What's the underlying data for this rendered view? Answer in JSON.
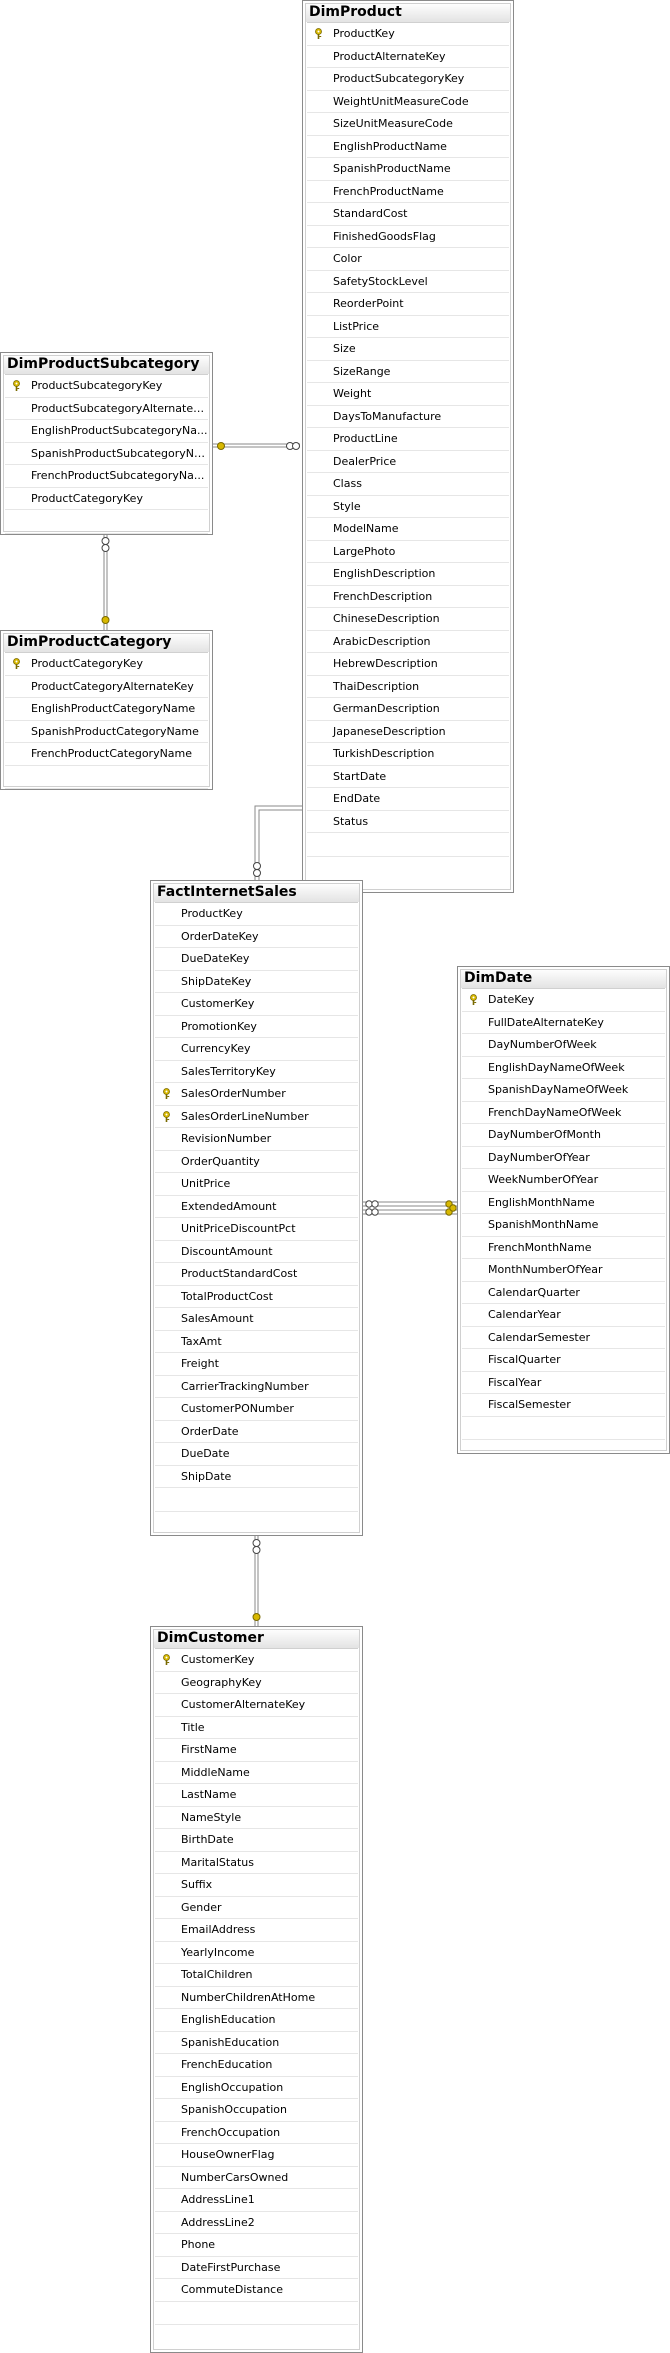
{
  "tables": {
    "dim_product": {
      "title": "DimProduct",
      "columns": [
        {
          "name": "ProductKey",
          "pk": true
        },
        {
          "name": "ProductAlternateKey",
          "pk": false
        },
        {
          "name": "ProductSubcategoryKey",
          "pk": false
        },
        {
          "name": "WeightUnitMeasureCode",
          "pk": false
        },
        {
          "name": "SizeUnitMeasureCode",
          "pk": false
        },
        {
          "name": "EnglishProductName",
          "pk": false
        },
        {
          "name": "SpanishProductName",
          "pk": false
        },
        {
          "name": "FrenchProductName",
          "pk": false
        },
        {
          "name": "StandardCost",
          "pk": false
        },
        {
          "name": "FinishedGoodsFlag",
          "pk": false
        },
        {
          "name": "Color",
          "pk": false
        },
        {
          "name": "SafetyStockLevel",
          "pk": false
        },
        {
          "name": "ReorderPoint",
          "pk": false
        },
        {
          "name": "ListPrice",
          "pk": false
        },
        {
          "name": "Size",
          "pk": false
        },
        {
          "name": "SizeRange",
          "pk": false
        },
        {
          "name": "Weight",
          "pk": false
        },
        {
          "name": "DaysToManufacture",
          "pk": false
        },
        {
          "name": "ProductLine",
          "pk": false
        },
        {
          "name": "DealerPrice",
          "pk": false
        },
        {
          "name": "Class",
          "pk": false
        },
        {
          "name": "Style",
          "pk": false
        },
        {
          "name": "ModelName",
          "pk": false
        },
        {
          "name": "LargePhoto",
          "pk": false
        },
        {
          "name": "EnglishDescription",
          "pk": false
        },
        {
          "name": "FrenchDescription",
          "pk": false
        },
        {
          "name": "ChineseDescription",
          "pk": false
        },
        {
          "name": "ArabicDescription",
          "pk": false
        },
        {
          "name": "HebrewDescription",
          "pk": false
        },
        {
          "name": "ThaiDescription",
          "pk": false
        },
        {
          "name": "GermanDescription",
          "pk": false
        },
        {
          "name": "JapaneseDescription",
          "pk": false
        },
        {
          "name": "TurkishDescription",
          "pk": false
        },
        {
          "name": "StartDate",
          "pk": false
        },
        {
          "name": "EndDate",
          "pk": false
        },
        {
          "name": "Status",
          "pk": false
        }
      ]
    },
    "dim_product_subcategory": {
      "title": "DimProductSubcategory",
      "columns": [
        {
          "name": "ProductSubcategoryKey",
          "pk": true
        },
        {
          "name": "ProductSubcategoryAlternateK...",
          "pk": false
        },
        {
          "name": "EnglishProductSubcategoryNa...",
          "pk": false
        },
        {
          "name": "SpanishProductSubcategoryNa...",
          "pk": false
        },
        {
          "name": "FrenchProductSubcategoryNa...",
          "pk": false
        },
        {
          "name": "ProductCategoryKey",
          "pk": false
        }
      ]
    },
    "dim_product_category": {
      "title": "DimProductCategory",
      "columns": [
        {
          "name": "ProductCategoryKey",
          "pk": true
        },
        {
          "name": "ProductCategoryAlternateKey",
          "pk": false
        },
        {
          "name": "EnglishProductCategoryName",
          "pk": false
        },
        {
          "name": "SpanishProductCategoryName",
          "pk": false
        },
        {
          "name": "FrenchProductCategoryName",
          "pk": false
        }
      ]
    },
    "fact_internet_sales": {
      "title": "FactInternetSales",
      "columns": [
        {
          "name": "ProductKey",
          "pk": false
        },
        {
          "name": "OrderDateKey",
          "pk": false
        },
        {
          "name": "DueDateKey",
          "pk": false
        },
        {
          "name": "ShipDateKey",
          "pk": false
        },
        {
          "name": "CustomerKey",
          "pk": false
        },
        {
          "name": "PromotionKey",
          "pk": false
        },
        {
          "name": "CurrencyKey",
          "pk": false
        },
        {
          "name": "SalesTerritoryKey",
          "pk": false
        },
        {
          "name": "SalesOrderNumber",
          "pk": true
        },
        {
          "name": "SalesOrderLineNumber",
          "pk": true
        },
        {
          "name": "RevisionNumber",
          "pk": false
        },
        {
          "name": "OrderQuantity",
          "pk": false
        },
        {
          "name": "UnitPrice",
          "pk": false
        },
        {
          "name": "ExtendedAmount",
          "pk": false
        },
        {
          "name": "UnitPriceDiscountPct",
          "pk": false
        },
        {
          "name": "DiscountAmount",
          "pk": false
        },
        {
          "name": "ProductStandardCost",
          "pk": false
        },
        {
          "name": "TotalProductCost",
          "pk": false
        },
        {
          "name": "SalesAmount",
          "pk": false
        },
        {
          "name": "TaxAmt",
          "pk": false
        },
        {
          "name": "Freight",
          "pk": false
        },
        {
          "name": "CarrierTrackingNumber",
          "pk": false
        },
        {
          "name": "CustomerPONumber",
          "pk": false
        },
        {
          "name": "OrderDate",
          "pk": false
        },
        {
          "name": "DueDate",
          "pk": false
        },
        {
          "name": "ShipDate",
          "pk": false
        }
      ]
    },
    "dim_date": {
      "title": "DimDate",
      "columns": [
        {
          "name": "DateKey",
          "pk": true
        },
        {
          "name": "FullDateAlternateKey",
          "pk": false
        },
        {
          "name": "DayNumberOfWeek",
          "pk": false
        },
        {
          "name": "EnglishDayNameOfWeek",
          "pk": false
        },
        {
          "name": "SpanishDayNameOfWeek",
          "pk": false
        },
        {
          "name": "FrenchDayNameOfWeek",
          "pk": false
        },
        {
          "name": "DayNumberOfMonth",
          "pk": false
        },
        {
          "name": "DayNumberOfYear",
          "pk": false
        },
        {
          "name": "WeekNumberOfYear",
          "pk": false
        },
        {
          "name": "EnglishMonthName",
          "pk": false
        },
        {
          "name": "SpanishMonthName",
          "pk": false
        },
        {
          "name": "FrenchMonthName",
          "pk": false
        },
        {
          "name": "MonthNumberOfYear",
          "pk": false
        },
        {
          "name": "CalendarQuarter",
          "pk": false
        },
        {
          "name": "CalendarYear",
          "pk": false
        },
        {
          "name": "CalendarSemester",
          "pk": false
        },
        {
          "name": "FiscalQuarter",
          "pk": false
        },
        {
          "name": "FiscalYear",
          "pk": false
        },
        {
          "name": "FiscalSemester",
          "pk": false
        }
      ]
    },
    "dim_customer": {
      "title": "DimCustomer",
      "columns": [
        {
          "name": "CustomerKey",
          "pk": true
        },
        {
          "name": "GeographyKey",
          "pk": false
        },
        {
          "name": "CustomerAlternateKey",
          "pk": false
        },
        {
          "name": "Title",
          "pk": false
        },
        {
          "name": "FirstName",
          "pk": false
        },
        {
          "name": "MiddleName",
          "pk": false
        },
        {
          "name": "LastName",
          "pk": false
        },
        {
          "name": "NameStyle",
          "pk": false
        },
        {
          "name": "BirthDate",
          "pk": false
        },
        {
          "name": "MaritalStatus",
          "pk": false
        },
        {
          "name": "Suffix",
          "pk": false
        },
        {
          "name": "Gender",
          "pk": false
        },
        {
          "name": "EmailAddress",
          "pk": false
        },
        {
          "name": "YearlyIncome",
          "pk": false
        },
        {
          "name": "TotalChildren",
          "pk": false
        },
        {
          "name": "NumberChildrenAtHome",
          "pk": false
        },
        {
          "name": "EnglishEducation",
          "pk": false
        },
        {
          "name": "SpanishEducation",
          "pk": false
        },
        {
          "name": "FrenchEducation",
          "pk": false
        },
        {
          "name": "EnglishOccupation",
          "pk": false
        },
        {
          "name": "SpanishOccupation",
          "pk": false
        },
        {
          "name": "FrenchOccupation",
          "pk": false
        },
        {
          "name": "HouseOwnerFlag",
          "pk": false
        },
        {
          "name": "NumberCarsOwned",
          "pk": false
        },
        {
          "name": "AddressLine1",
          "pk": false
        },
        {
          "name": "AddressLine2",
          "pk": false
        },
        {
          "name": "Phone",
          "pk": false
        },
        {
          "name": "DateFirstPurchase",
          "pk": false
        },
        {
          "name": "CommuteDistance",
          "pk": false
        }
      ]
    }
  },
  "colors": {
    "connector": "#8a8a8a",
    "key_icon": "#d8b800"
  }
}
